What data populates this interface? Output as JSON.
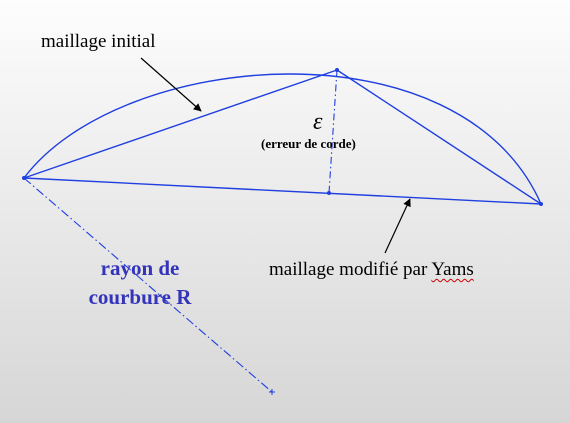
{
  "labels": {
    "initial_mesh": "maillage initial",
    "epsilon": "ε",
    "chord_error": "(erreur de corde)",
    "modified_mesh_prefix": "maillage modifié par ",
    "modified_mesh_yams": "Yams",
    "radius_line1": "rayon de",
    "radius_line2": "courbure R"
  },
  "colors": {
    "background_top": "#fdfdfd",
    "background_bottom": "#d6d6d6",
    "geometry": "#1f3fe0",
    "radius_text": "#3333bb",
    "arrow": "#000000"
  }
}
